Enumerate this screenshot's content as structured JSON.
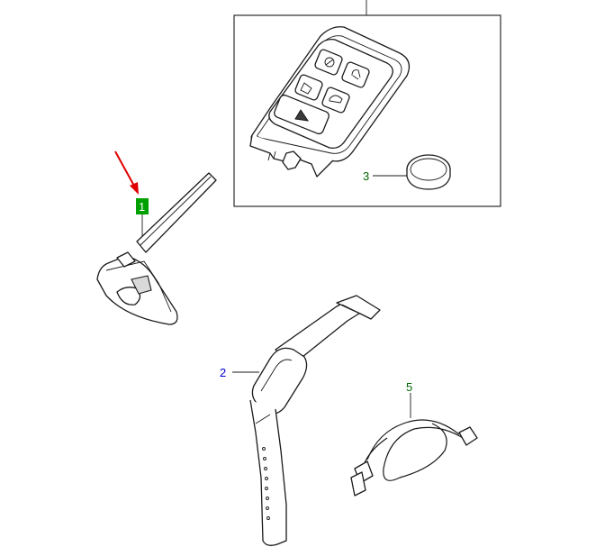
{
  "callouts": {
    "part1": "1",
    "part2": "2",
    "part3": "3",
    "part5": "5"
  },
  "colors": {
    "blue_label": "#0000cc",
    "green_label": "#006600",
    "highlight_box": "#00a000",
    "arrow": "#e00000",
    "lines": "#1a1a1a"
  },
  "icons": [
    "smart-key-fob",
    "emergency-key-blade",
    "coin-battery",
    "wristband-activity-key",
    "usb-charging-cable",
    "red-pointer-arrow"
  ]
}
